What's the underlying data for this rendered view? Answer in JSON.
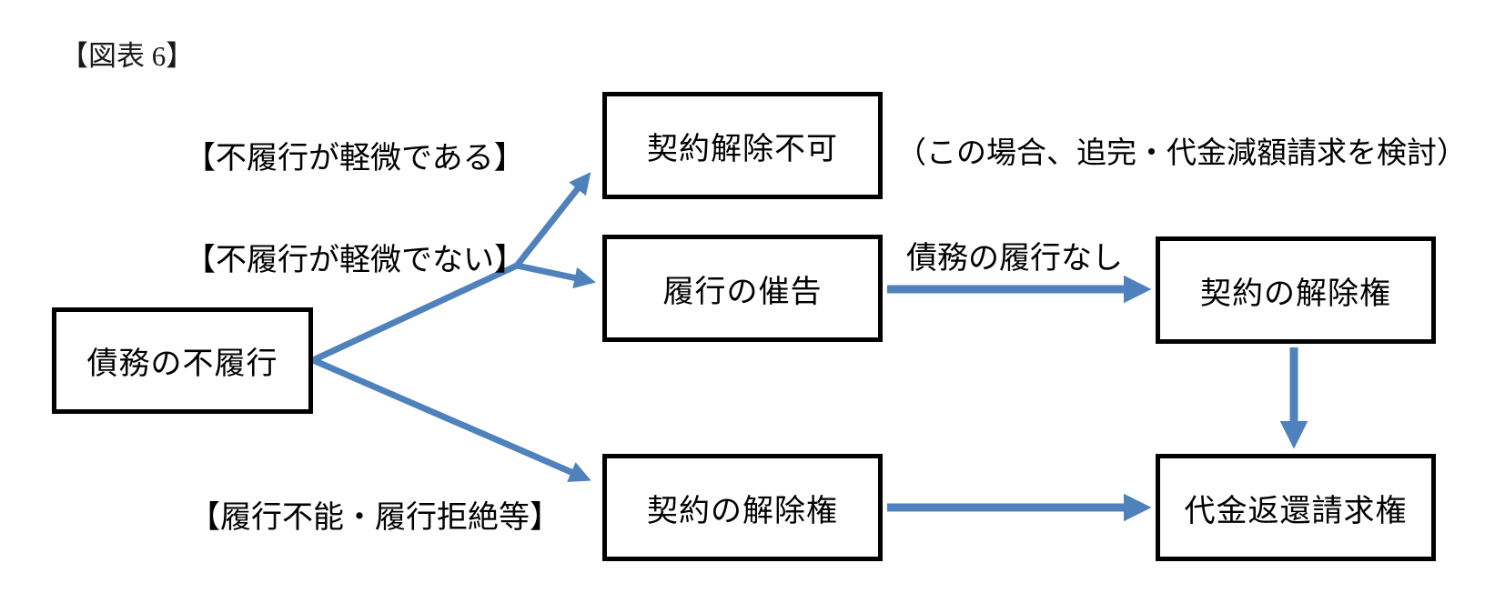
{
  "title": "【図表 6】",
  "colors": {
    "arrow": "#4f81bd",
    "box_border": "#000000",
    "text": "#000000",
    "background": "#ffffff"
  },
  "nodes": {
    "source": {
      "label": "債務の不履行"
    },
    "no_cancel": {
      "label": "契約解除不可"
    },
    "demand": {
      "label": "履行の催告"
    },
    "cancel_mid": {
      "label": "契約の解除権"
    },
    "cancel_bottom": {
      "label": "契約の解除権"
    },
    "refund": {
      "label": "代金返還請求権"
    }
  },
  "branch_labels": {
    "minor": "【不履行が軽微である】",
    "not_minor": "【不履行が軽微でない】",
    "impossible": "【履行不能・履行拒絶等】"
  },
  "annotations": {
    "note": "（この場合、追完・代金減額請求を検討）",
    "no_performance": "債務の履行なし"
  },
  "edges": [
    {
      "from": "source",
      "to": "no_cancel",
      "condition": "【不履行が軽微である】"
    },
    {
      "from": "source",
      "to": "demand",
      "condition": "【不履行が軽微でない】"
    },
    {
      "from": "demand",
      "to": "cancel_mid",
      "label": "債務の履行なし"
    },
    {
      "from": "cancel_mid",
      "to": "refund"
    },
    {
      "from": "source",
      "to": "cancel_bottom",
      "condition": "【履行不能・履行拒絶等】"
    },
    {
      "from": "cancel_bottom",
      "to": "refund"
    }
  ]
}
